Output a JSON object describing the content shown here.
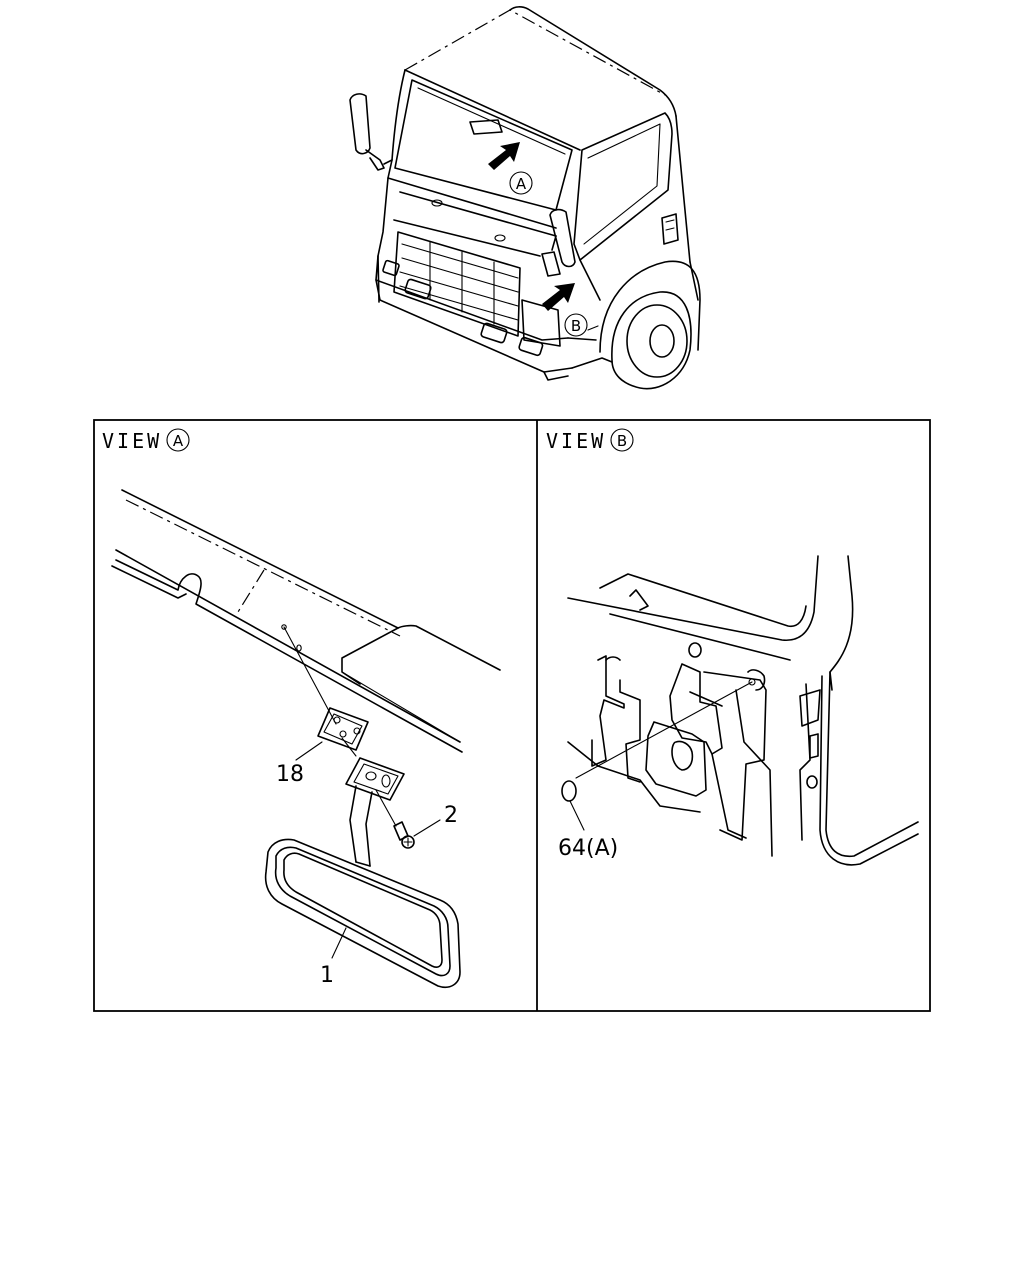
{
  "overview": {
    "arrow_a_letter": "A",
    "arrow_b_letter": "B"
  },
  "view_a": {
    "title": "VIEW",
    "letter": "A",
    "callouts": {
      "mirror": "1",
      "screw": "2",
      "bracket": "18"
    }
  },
  "view_b": {
    "title": "VIEW",
    "letter": "B",
    "callouts": {
      "plug": "64(A)"
    }
  }
}
